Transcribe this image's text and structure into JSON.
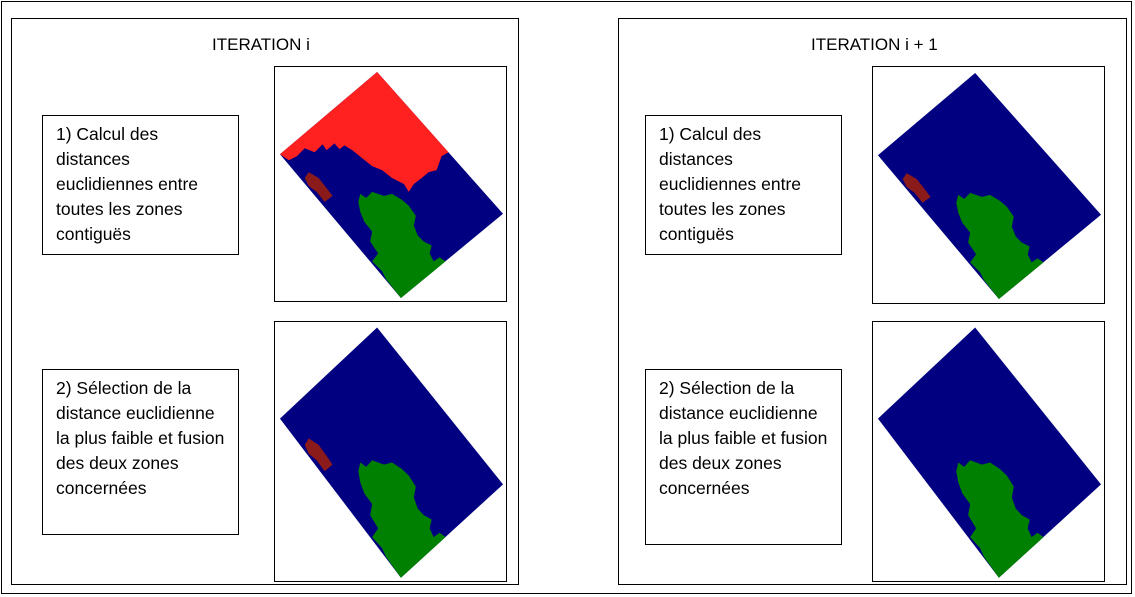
{
  "colors": {
    "zone_red": "#ff2020",
    "zone_blue": "#000080",
    "zone_green": "#008000",
    "zone_darkred": "#8b1a1a",
    "border": "#000000"
  },
  "panels": [
    {
      "title": "ITERATION i",
      "step1": "1) Calcul des distances euclidiennes entre toutes les zones contiguës",
      "step2": "2) Sélection de la distance euclidienne la plus faible et fusion des deux zones concernées"
    },
    {
      "title": "ITERATION i + 1",
      "step1": "1) Calcul des distances euclidiennes entre toutes les zones contiguës",
      "step2": "2) Sélection de la distance euclidienne la plus faible et fusion des deux zones concernées"
    }
  ]
}
